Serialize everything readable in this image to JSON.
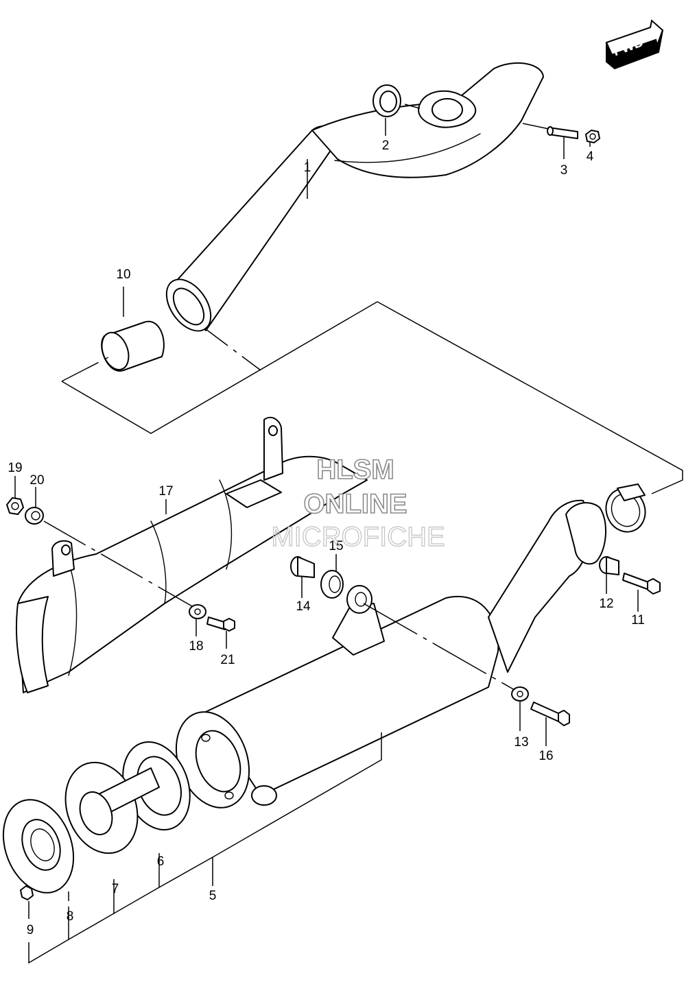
{
  "fwd_badge": {
    "label": "FWD"
  },
  "watermark": {
    "line1": "HLSM",
    "line2": "ONLINE",
    "line3": "MICROFICHE"
  },
  "callouts": [
    {
      "id": "1",
      "label": "1"
    },
    {
      "id": "2",
      "label": "2"
    },
    {
      "id": "3",
      "label": "3"
    },
    {
      "id": "4",
      "label": "4"
    },
    {
      "id": "5",
      "label": "5"
    },
    {
      "id": "6",
      "label": "6"
    },
    {
      "id": "7",
      "label": "7"
    },
    {
      "id": "8",
      "label": "8"
    },
    {
      "id": "9",
      "label": "9"
    },
    {
      "id": "10",
      "label": "10"
    },
    {
      "id": "11",
      "label": "11"
    },
    {
      "id": "12",
      "label": "12"
    },
    {
      "id": "13",
      "label": "13"
    },
    {
      "id": "14",
      "label": "14"
    },
    {
      "id": "15",
      "label": "15"
    },
    {
      "id": "16",
      "label": "16"
    },
    {
      "id": "17",
      "label": "17"
    },
    {
      "id": "18",
      "label": "18"
    },
    {
      "id": "19",
      "label": "19"
    },
    {
      "id": "20",
      "label": "20"
    },
    {
      "id": "21",
      "label": "21"
    }
  ]
}
